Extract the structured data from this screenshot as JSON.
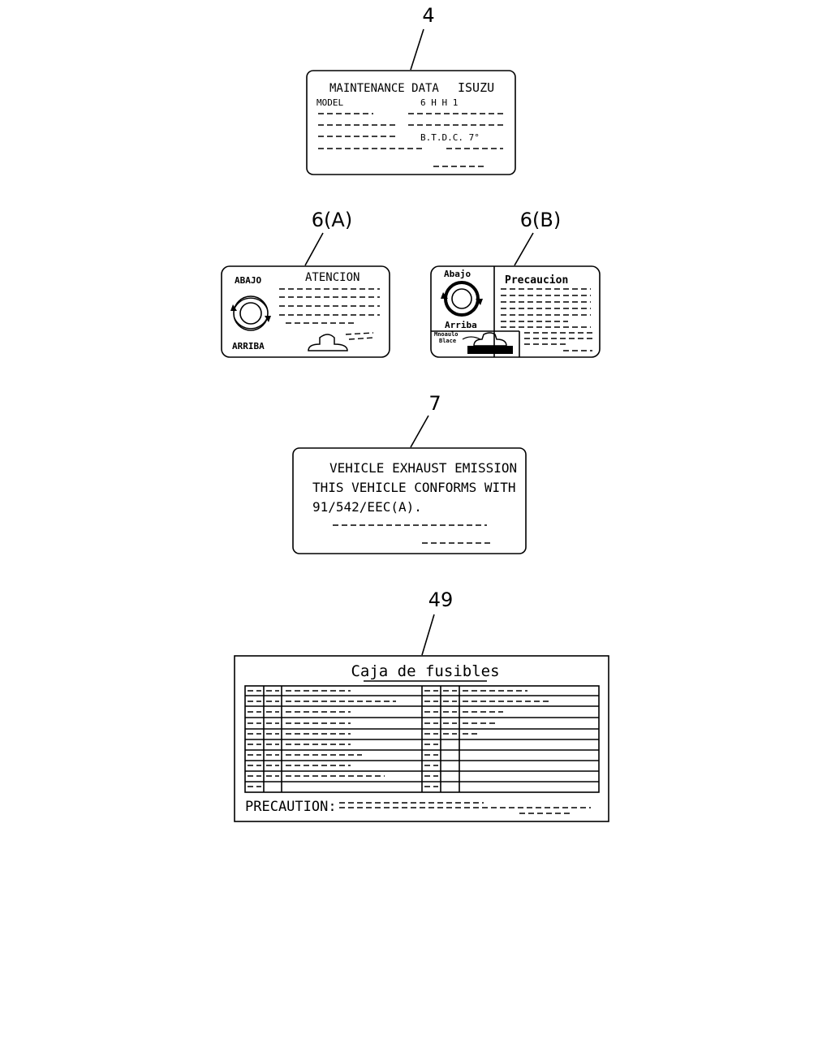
{
  "callouts": {
    "c4": "4",
    "c6a": "6(A)",
    "c6b": "6(B)",
    "c7": "7",
    "c49": "49"
  },
  "label4": {
    "title": "MAINTENANCE DATA",
    "brand": "ISUZU",
    "model_key": "MODEL",
    "model_value": "6 H H 1",
    "timing": "B.T.D.C.  7°"
  },
  "label6a": {
    "down": "ABAJO",
    "up": "ARRIBA",
    "heading": "ATENCION"
  },
  "label6b": {
    "down": "Abajo",
    "up": "Arriba",
    "heading": "Precaucion",
    "small1": "Mnoaulo",
    "small2": "Blace"
  },
  "label7": {
    "line1": "VEHICLE EXHAUST EMISSION",
    "line2": "THIS VEHICLE CONFORMS WITH",
    "line3": "91/542/EEC(A)."
  },
  "label49": {
    "title": "Caja de fusibles",
    "precaution": "PRECAUTION:"
  }
}
